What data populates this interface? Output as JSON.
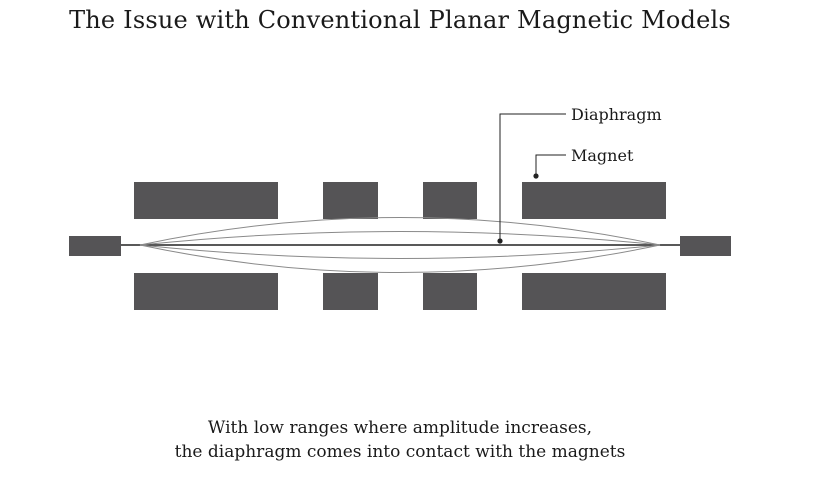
{
  "title": "The Issue with Conventional Planar Magnetic Models",
  "labels": {
    "diaphragm": "Diaphragm",
    "magnet": "Magnet"
  },
  "caption": {
    "line1": "With low ranges where amplitude increases,",
    "line2": "the diaphragm comes into contact with the magnets"
  },
  "colors": {
    "magnet": "#555456",
    "line": "#222222",
    "wave": "#8a8a8a",
    "background": "#ffffff"
  }
}
